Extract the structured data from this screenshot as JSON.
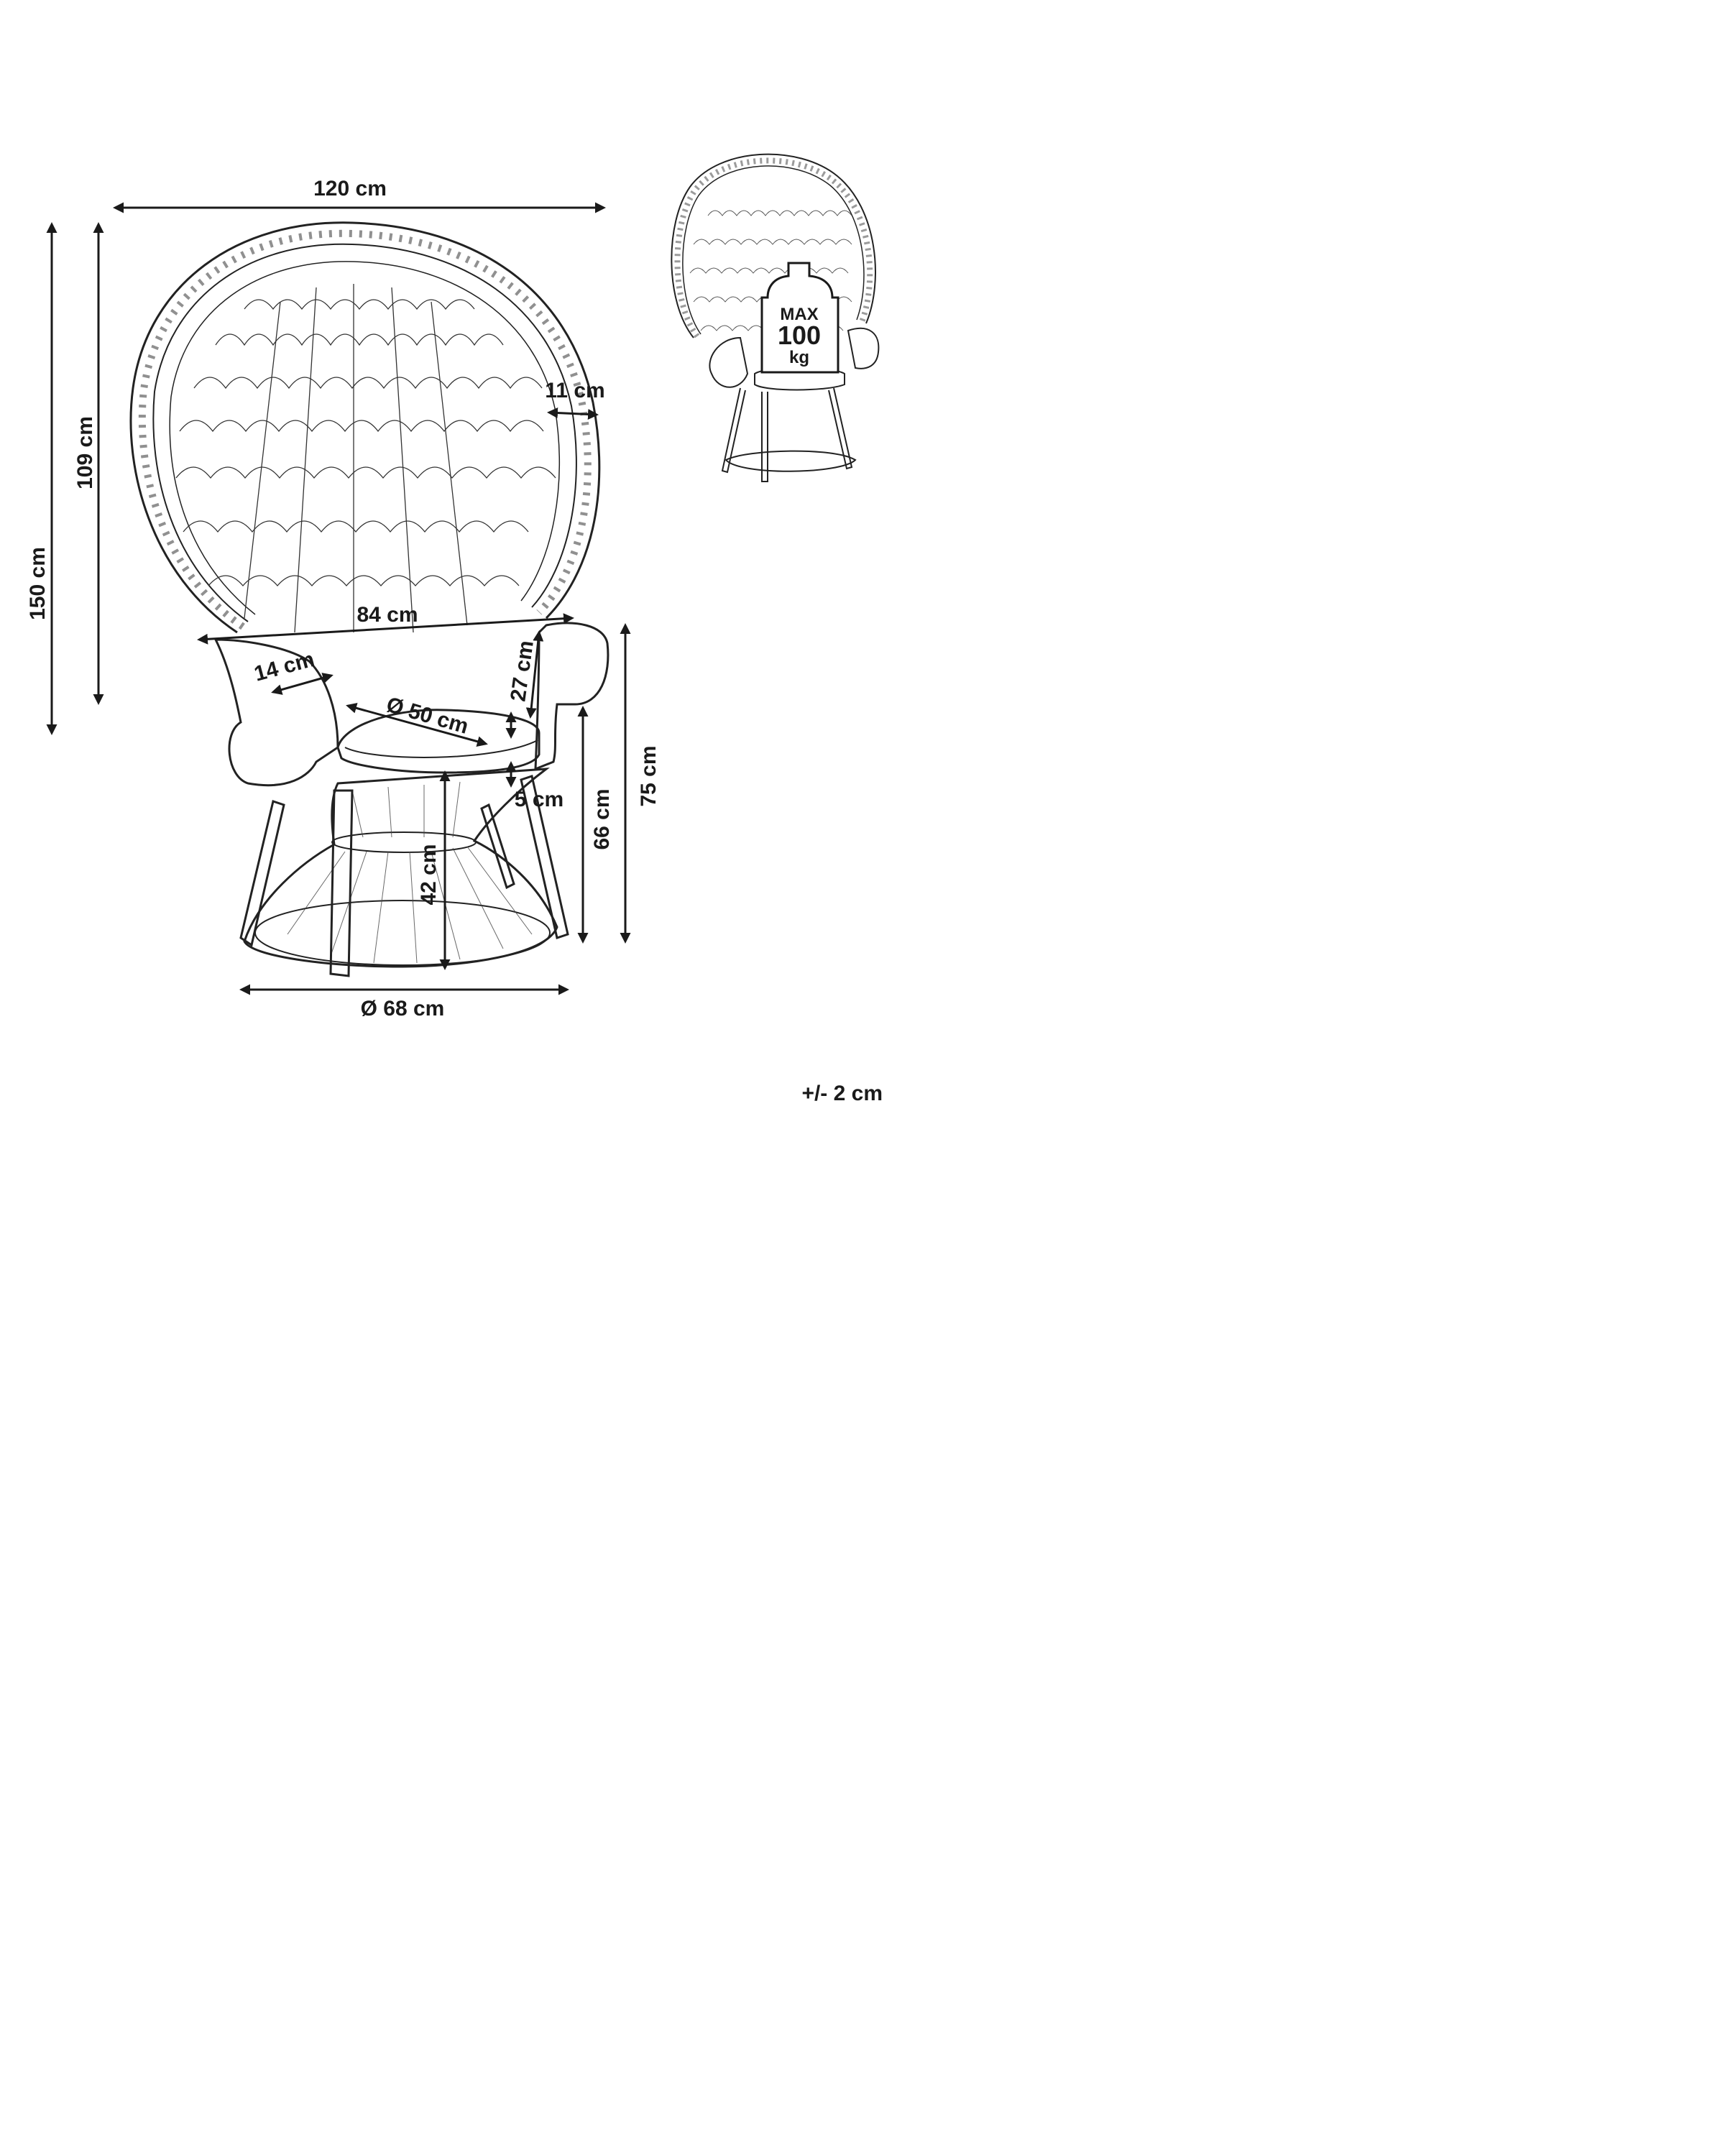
{
  "dimensions": {
    "width": "120 cm",
    "total_height": "150 cm",
    "back_height": "109 cm",
    "frame_border": "11 cm",
    "seat_width": "84 cm",
    "armrest_width": "14 cm",
    "armrest_height": "27 cm",
    "seat_diameter": "Ø 50 cm",
    "cushion_thickness": "5 cm",
    "base_height": "42 cm",
    "seat_height": "66 cm",
    "armrest_top_height": "75 cm",
    "base_diameter": "Ø 68 cm"
  },
  "load_badge": {
    "max_label": "MAX",
    "value": "100",
    "unit": "kg"
  },
  "tolerance": "+/- 2 cm"
}
